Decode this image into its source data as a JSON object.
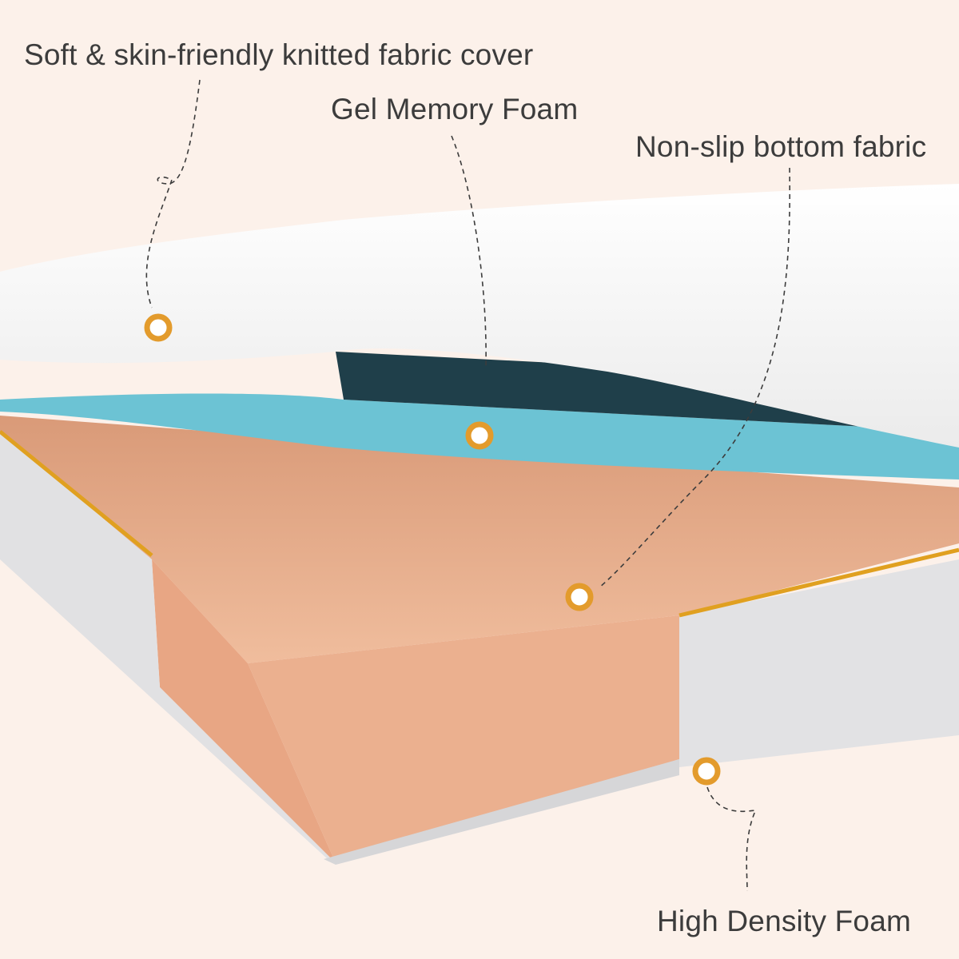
{
  "labels": {
    "cover": "Soft & skin-friendly knitted fabric cover",
    "gel": "Gel Memory Foam",
    "bottom": "Non-slip bottom fabric",
    "density": "High Density Foam"
  },
  "colors": {
    "background": "#fcf1ea",
    "cover": "#f4f4f4",
    "gel": "#6cc3d4",
    "foam": "#e3a98a",
    "side_fabric": "#e0e0e2",
    "zipper": "#e0a020",
    "marker": "#e39b2c"
  }
}
